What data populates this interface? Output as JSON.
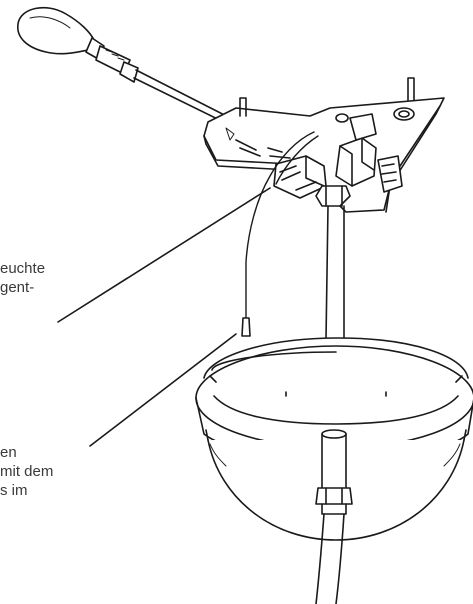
{
  "callouts": {
    "top": {
      "line1": "euchte",
      "line2": "gent-"
    },
    "bottom": {
      "line1": "en",
      "line2": "mit dem",
      "line3": "s im"
    }
  },
  "colors": {
    "line": "#1a1a1a",
    "fill": "#ffffff",
    "text": "#3a3a3a"
  },
  "icons": {
    "screwdriver": "screwdriver-icon"
  }
}
